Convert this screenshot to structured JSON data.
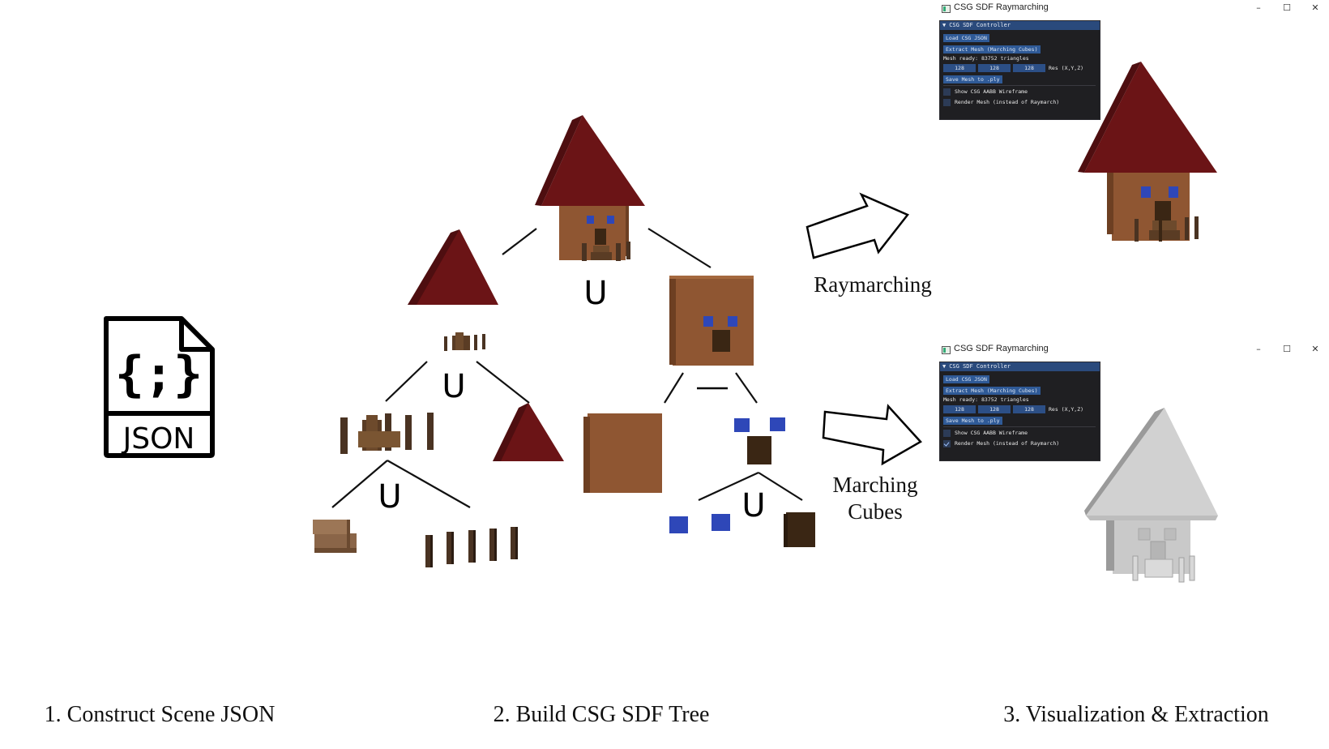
{
  "captions": {
    "step1": "1. Construct Scene JSON",
    "step2": "2. Build CSG SDF Tree",
    "step3": "3. Visualization & Extraction"
  },
  "json_icon": {
    "icon": "json-file-icon",
    "glyph": "{;}",
    "label": "JSON"
  },
  "tree": {
    "union_symbol": "U",
    "difference_symbol": "—"
  },
  "arrows": {
    "raymarching_label": "Raymarching",
    "marching_label_line1": "Marching",
    "marching_label_line2": "Cubes"
  },
  "windows": [
    {
      "title": "CSG SDF Raymarching",
      "controls": {
        "minimize": "–",
        "maximize": "☐",
        "close": "✕"
      },
      "panel": {
        "header": "CSG SDF Controller",
        "load_button": "Load CSG JSON",
        "extract_button": "Extract Mesh (Marching Cubes)",
        "mesh_status": "Mesh ready: 83752 triangles",
        "res_x": "128",
        "res_y": "128",
        "res_z": "128",
        "res_label": "Res (X,Y,Z)",
        "save_button": "Save Mesh to .ply",
        "checkbox_wireframe_label": "Show CSG AABB Wireframe",
        "checkbox_wireframe_checked": false,
        "checkbox_render_mesh_label": "Render Mesh (instead of Raymarch)",
        "checkbox_render_mesh_checked": false
      }
    },
    {
      "title": "CSG SDF Raymarching",
      "controls": {
        "minimize": "–",
        "maximize": "☐",
        "close": "✕"
      },
      "panel": {
        "header": "CSG SDF Controller",
        "load_button": "Load CSG JSON",
        "extract_button": "Extract Mesh (Marching Cubes)",
        "mesh_status": "Mesh ready: 83752 triangles",
        "res_x": "128",
        "res_y": "128",
        "res_z": "128",
        "res_label": "Res (X,Y,Z)",
        "save_button": "Save Mesh to .ply",
        "checkbox_wireframe_label": "Show CSG AABB Wireframe",
        "checkbox_wireframe_checked": false,
        "checkbox_render_mesh_label": "Render Mesh (instead of Raymarch)",
        "checkbox_render_mesh_checked": true
      }
    }
  ],
  "colors": {
    "roof": "#6b1416",
    "roof_dark": "#4e0e10",
    "wall": "#8f5632",
    "wall_dark": "#6d3f22",
    "window_blue": "#2e47b8",
    "door": "#3a2614",
    "fence": "#4a3322",
    "mesh_gray": "#c9c9c9",
    "mesh_dark": "#9a9a9a"
  }
}
